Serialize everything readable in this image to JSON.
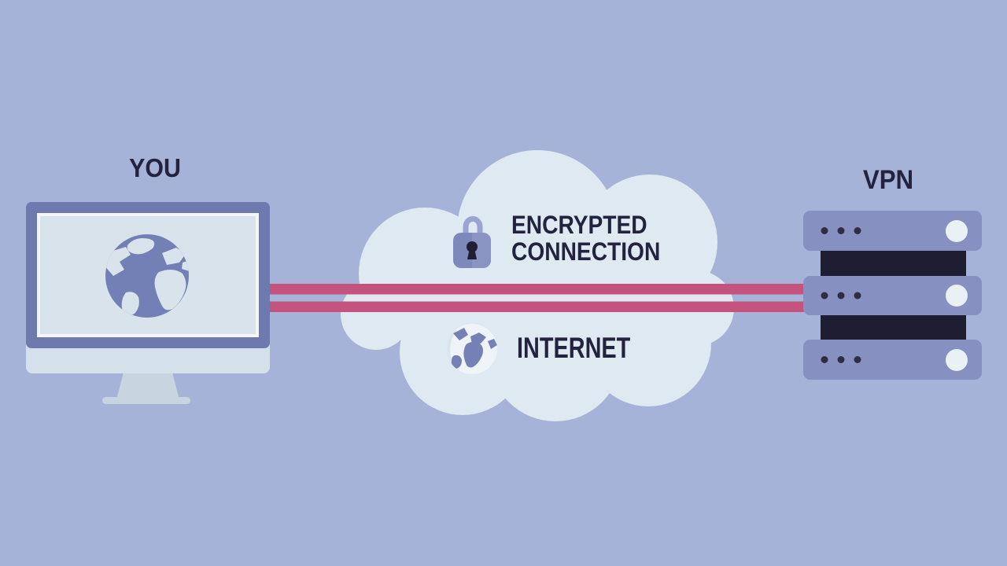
{
  "title": "VPN encrypted connection diagram",
  "labels": {
    "you": "YOU",
    "vpn": "VPN",
    "encrypted_line1": "ENCRYPTED",
    "encrypted_line2": "CONNECTION",
    "internet": "INTERNET"
  },
  "diagram": {
    "type": "vpn-connection-flow",
    "nodes": [
      {
        "id": "you",
        "label": "YOU",
        "icon": "computer-monitor-icon"
      },
      {
        "id": "internet",
        "label": "INTERNET",
        "icon": "globe-icon",
        "container": "cloud",
        "annotation": {
          "label_lines": [
            "ENCRYPTED",
            "CONNECTION"
          ],
          "icon": "lock-icon"
        }
      },
      {
        "id": "vpn",
        "label": "VPN",
        "icon": "server-stack-icon"
      }
    ],
    "connection": {
      "from": "you",
      "to": "vpn",
      "through": "internet-cloud",
      "style": "double-line",
      "color": "#c4537d"
    }
  },
  "icons": {
    "lock": "lock-icon",
    "internet_globe": "internet-globe-icon",
    "screen_globe": "screen-globe-icon",
    "server_leds": "server-dots-icon",
    "server_light": "server-indicator-light"
  },
  "colors": {
    "background": "#a4b3d7",
    "cloud": "#dfe9f2",
    "connection_line": "#c4537d",
    "monitor_frame": "#6e79b0",
    "monitor_bezel": "#f2f6f9",
    "monitor_screen": "#d8e3ec",
    "monitor_body": "#d5e1ea",
    "monitor_stand": "#c8d5e0",
    "server_body": "#8691c1",
    "server_divider": "#1e1d31",
    "server_dot": "#2e2d44",
    "server_indicator": "#e8f2f5",
    "lock_body": "#7d88bb",
    "lock_body_light": "#8a94c3",
    "lock_shackle": "#9aa4d0",
    "globe_purple": "#7380b5",
    "text": "#232340"
  }
}
